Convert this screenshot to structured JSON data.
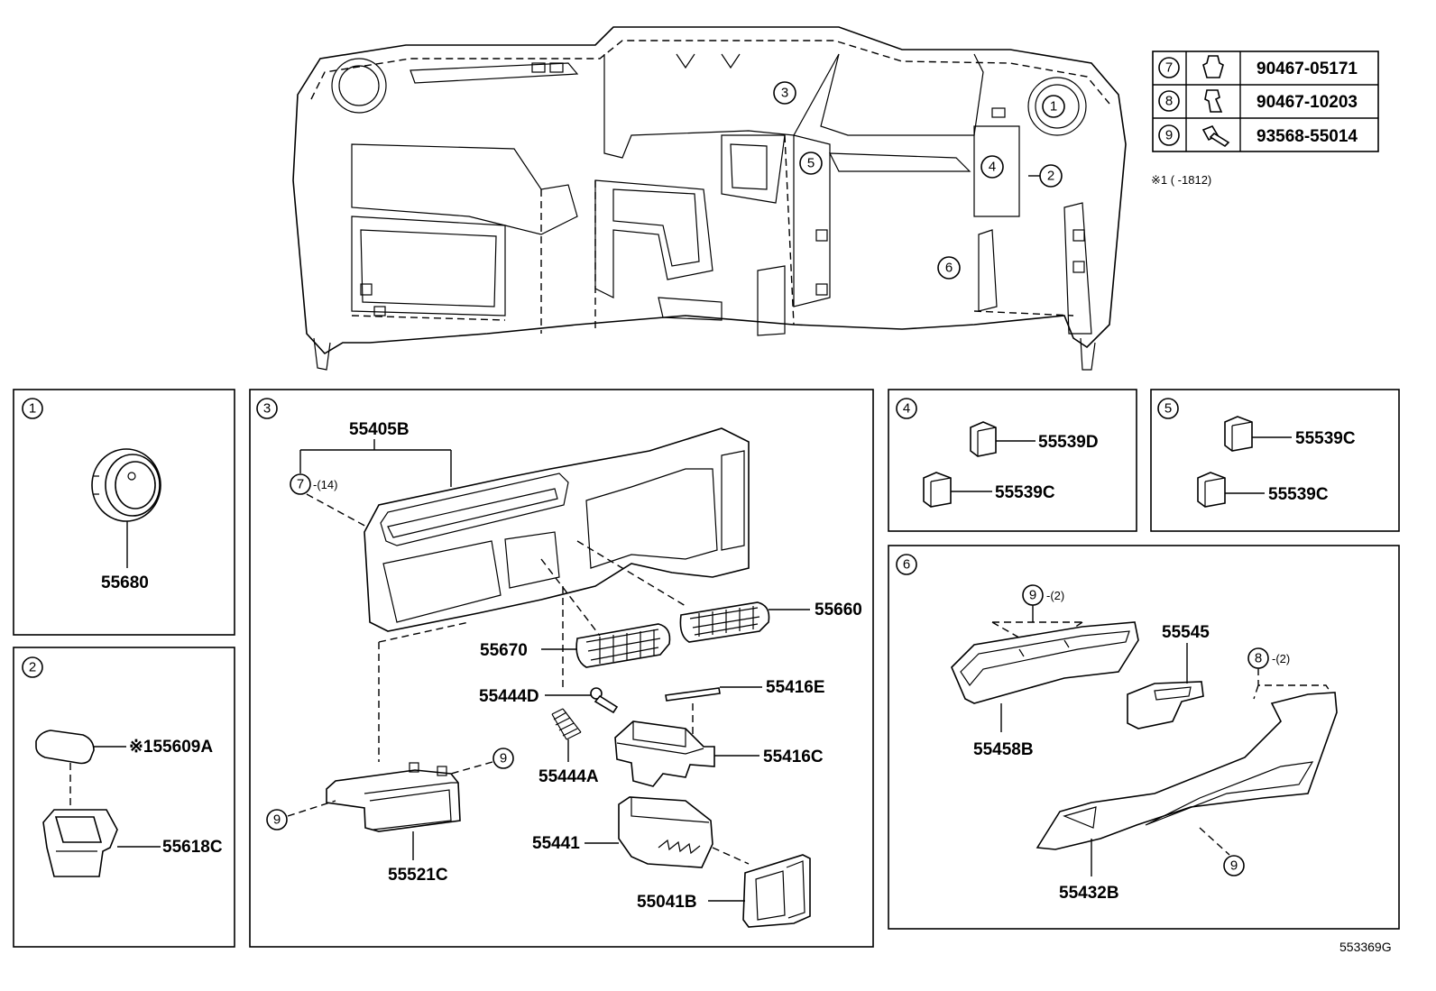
{
  "diagram_id": "553369G",
  "fastener_table": [
    {
      "ref": "7",
      "part_no": "90467-05171"
    },
    {
      "ref": "8",
      "part_no": "90467-10203"
    },
    {
      "ref": "9",
      "part_no": "93568-55014"
    }
  ],
  "footnote": "※1 (      -1812)",
  "overview_callouts": [
    "1",
    "2",
    "3",
    "4",
    "5",
    "6"
  ],
  "panels": {
    "p1": {
      "ref": "1",
      "parts": [
        "55680"
      ]
    },
    "p2": {
      "ref": "2",
      "parts": [
        "※155609A",
        "55618C"
      ]
    },
    "p3": {
      "ref": "3",
      "parts": [
        "55405B",
        "55660",
        "55670",
        "55444D",
        "55416E",
        "55444A",
        "55416C",
        "55441",
        "55041B",
        "55521C"
      ],
      "callouts": {
        "c7": "7",
        "c7qty": "-(14)",
        "c9a": "9",
        "c9b": "9"
      }
    },
    "p4": {
      "ref": "4",
      "parts": [
        "55539D",
        "55539C"
      ]
    },
    "p5": {
      "ref": "5",
      "parts": [
        "55539C",
        "55539C"
      ]
    },
    "p6": {
      "ref": "6",
      "parts": [
        "55545",
        "55458B",
        "55432B"
      ],
      "callouts": {
        "c9a": "9",
        "c9aqty": "-(2)",
        "c8": "8",
        "c8qty": "-(2)",
        "c9b": "9"
      }
    }
  }
}
